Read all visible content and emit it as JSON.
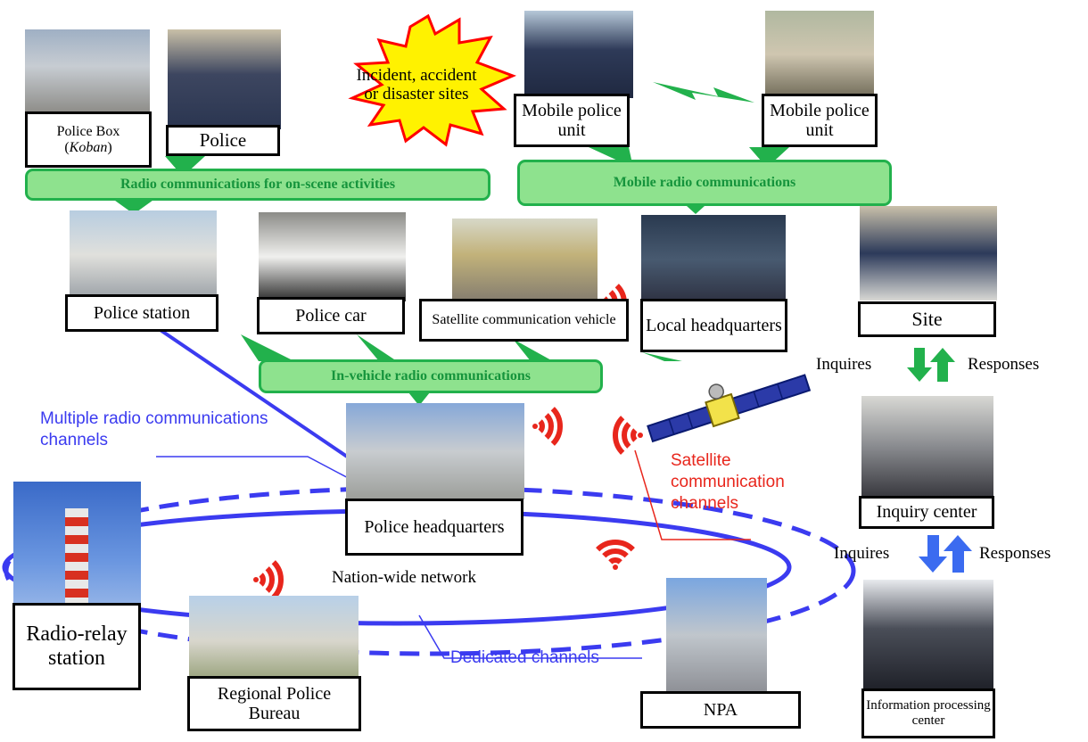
{
  "labels": {
    "police_box": "Police Box",
    "police_box_italic": "Koban",
    "police": "Police",
    "incident": "Incident, accident or disaster sites",
    "mobile_unit_1": "Mobile police unit",
    "mobile_unit_2": "Mobile police unit",
    "police_station": "Police station",
    "police_car": "Police car",
    "satellite_vehicle": "Satellite communication vehicle",
    "local_hq": "Local headquarters",
    "site": "Site",
    "inquiry_center": "Inquiry center",
    "information_center": "Information processing center",
    "police_hq": "Police headquarters",
    "radio_relay": "Radio-relay station",
    "regional_bureau": "Regional Police Bureau",
    "npa": "NPA"
  },
  "channels": {
    "on_scene": "Radio communications for on-scene activities",
    "mobile": "Mobile radio communications",
    "in_vehicle": "In-vehicle radio communications"
  },
  "annotations": {
    "multiple_radio": "Multiple radio communications channels",
    "satellite_channels": "Satellite communication channels",
    "nationwide": "Nation-wide network",
    "dedicated": "Dedicated channels",
    "inquires_1": "Inquires",
    "responses_1": "Responses",
    "inquires_2": "Inquires",
    "responses_2": "Responses"
  },
  "colors": {
    "green_fill": "#8ee28e",
    "green_border": "#22b14c",
    "network_blue": "#3b3bf0",
    "satellite_red": "#e8261c",
    "burst_yellow": "#fff200",
    "burst_red": "#ff0000"
  }
}
